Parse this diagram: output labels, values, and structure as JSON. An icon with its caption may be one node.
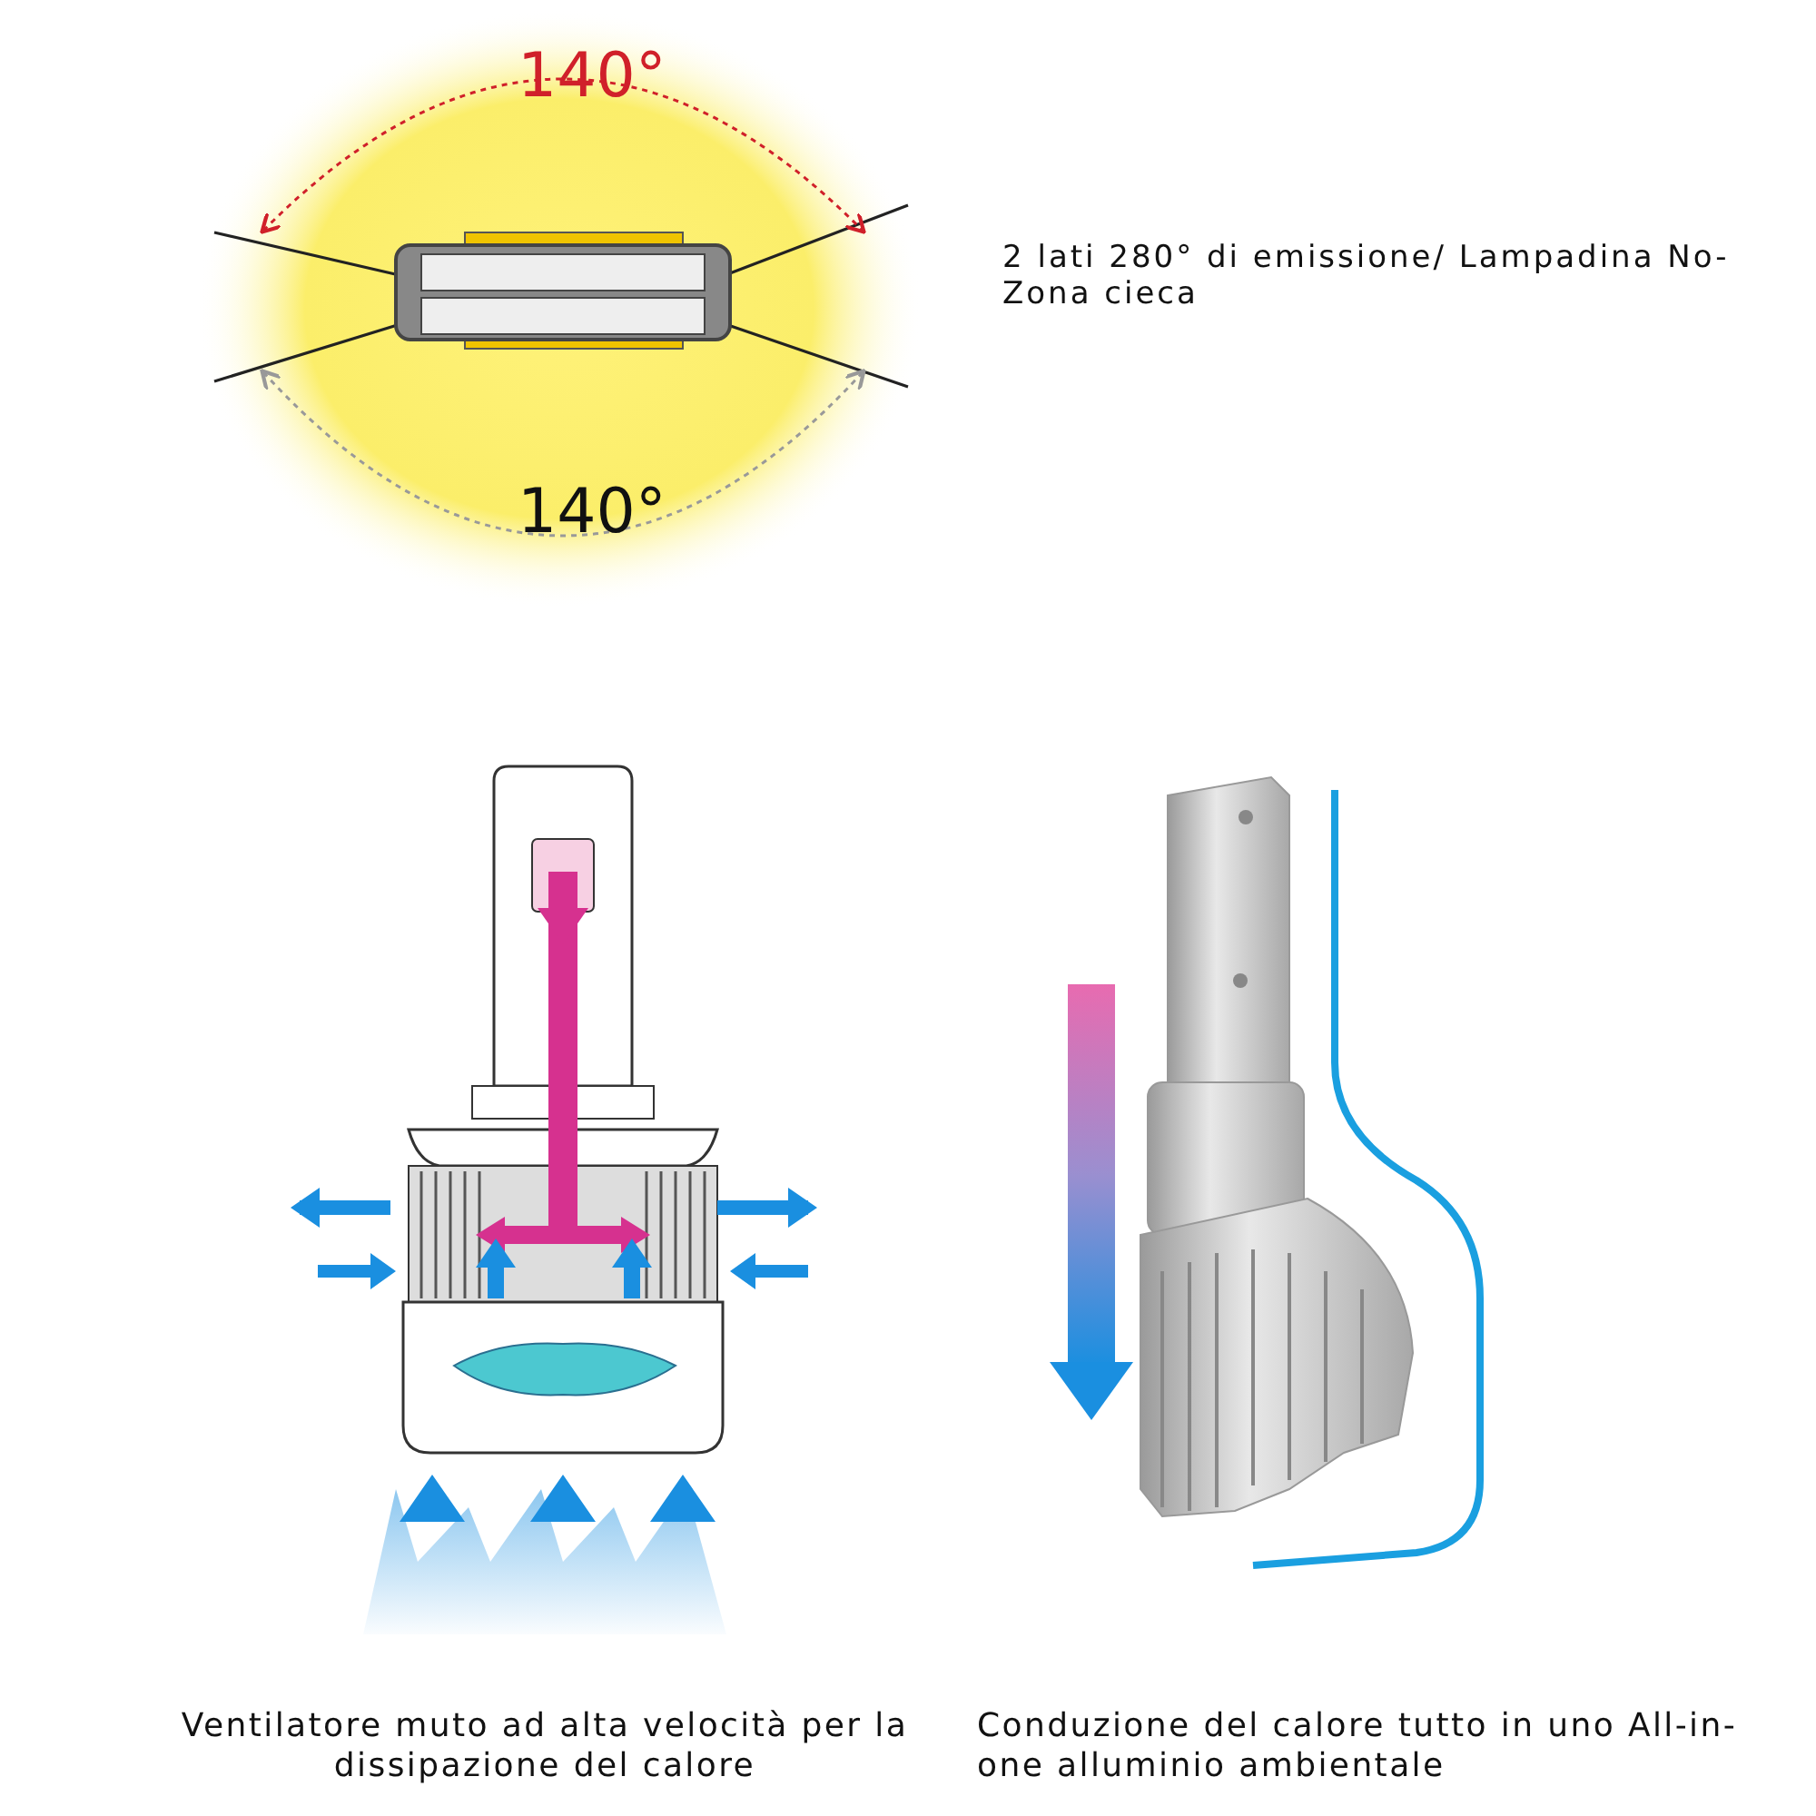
{
  "diagram": {
    "labels": [
      "140°",
      "2 lati 280° di emissione/ Lampadina No- Zona cieca",
      "140°",
      "Ventilatore muto ad alta velocità per la dissipazione del calore",
      "Conduzione del calore tutto in uno All-in-one alluminio ambientale"
    ]
  }
}
